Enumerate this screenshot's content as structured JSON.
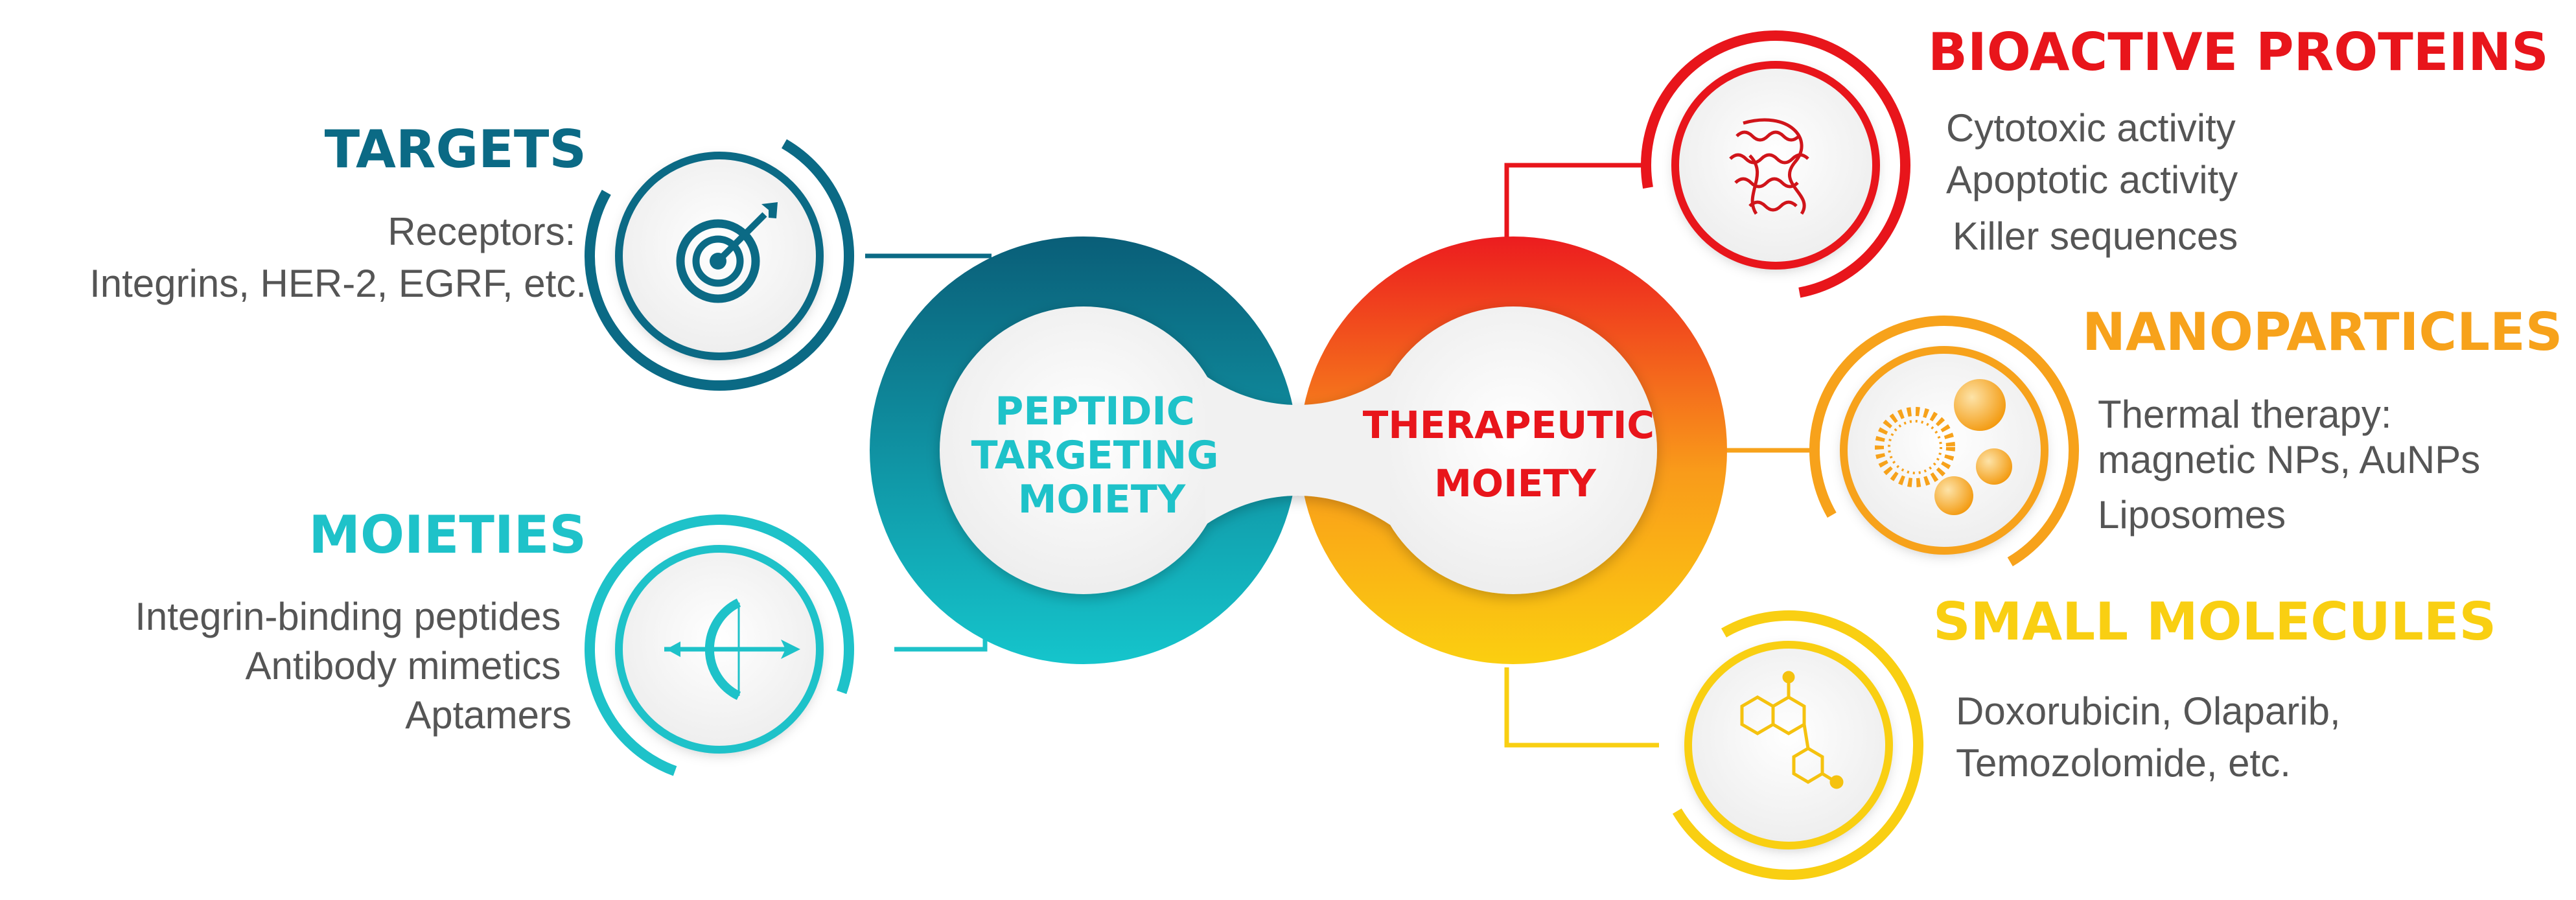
{
  "colors": {
    "targets": "#0b6a85",
    "moieties": "#1ec2c9",
    "bioactive": "#e8151b",
    "nanoparticles": "#f7a21b",
    "small_molecules": "#f9cf12",
    "body_text": "#555555"
  },
  "center": {
    "left_label": [
      "PEPTIDIC",
      "TARGETING",
      "MOIETY"
    ],
    "right_label": [
      "THERAPEUTIC",
      "MOIETY"
    ]
  },
  "targets": {
    "title": "TARGETS",
    "lines": [
      "Receptors:",
      "Integrins, HER-2, EGRF, etc."
    ],
    "icon": "target-icon"
  },
  "moieties": {
    "title": "MOIETIES",
    "lines": [
      "Integrin-binding peptides",
      "Antibody mimetics",
      "Aptamers"
    ],
    "icon": "bow-arrow-icon"
  },
  "bioactive": {
    "title": "BIOACTIVE PROTEINS",
    "lines": [
      "Cytotoxic activity",
      "Apoptotic activity",
      "Killer sequences"
    ],
    "icon": "protein-icon"
  },
  "nanoparticles": {
    "title": "NANOPARTICLES",
    "lines": [
      "Thermal therapy:",
      "magnetic NPs, AuNPs",
      "Liposomes"
    ],
    "icon": "liposome-icon"
  },
  "small_molecules": {
    "title": "SMALL MOLECULES",
    "lines": [
      "Doxorubicin, Olaparib,",
      "Temozolomide, etc."
    ],
    "icon": "molecule-icon"
  }
}
